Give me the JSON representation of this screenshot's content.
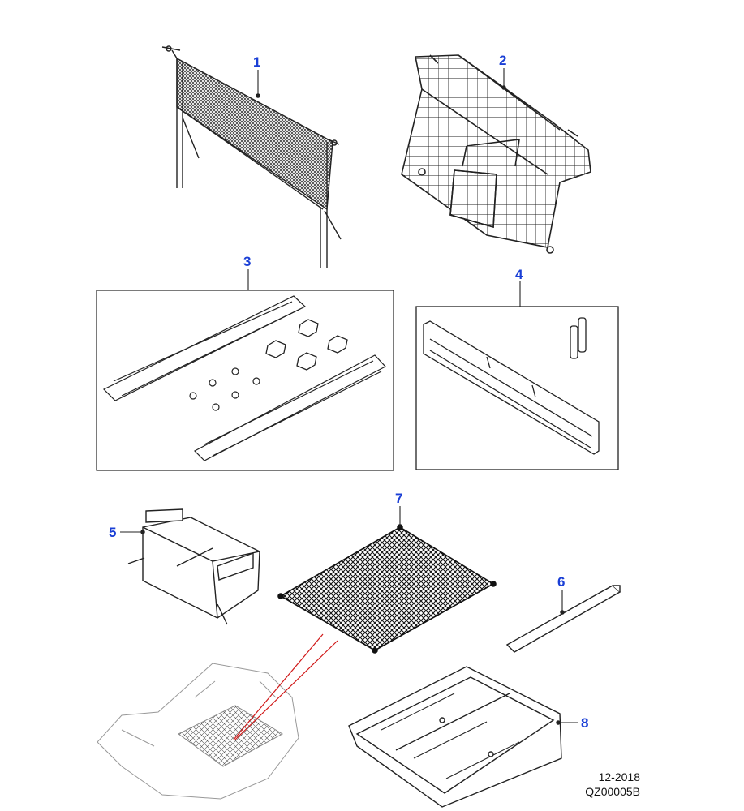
{
  "callouts": [
    {
      "label": "1"
    },
    {
      "label": "2"
    },
    {
      "label": "3"
    },
    {
      "label": "4"
    },
    {
      "label": "5"
    },
    {
      "label": "6"
    },
    {
      "label": "7"
    },
    {
      "label": "8"
    }
  ],
  "footer": {
    "date": "12-2018",
    "code": "QZ00005B"
  },
  "colors": {
    "callout": "#1a3fd6",
    "leader": "#d01818",
    "line": "#222222"
  }
}
